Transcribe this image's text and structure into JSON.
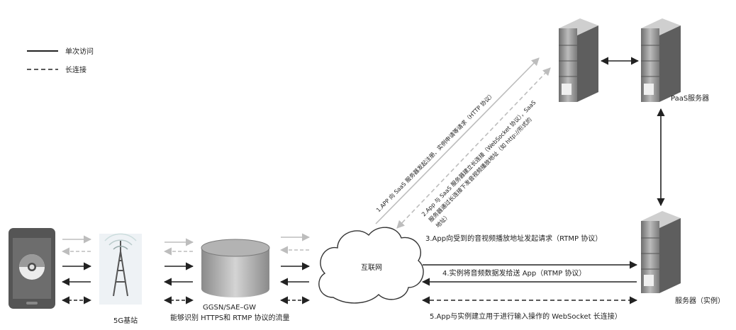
{
  "legend": {
    "single_access": "单次访问",
    "long_connection": "长连接"
  },
  "nodes": {
    "base_station": "5G基站",
    "gateway_name": "GGSN/SAE–GW",
    "gateway_desc": "能够识别 HTTPS和 RTMP 协议的流量",
    "internet": "互联网",
    "paas": "PaaS服务器",
    "instance": "服务器（实例）"
  },
  "flows": {
    "step1": "1.APP 向 SaaS 服务器发起注册、实例申请等请求（HTTP 协议）",
    "step2_line1": "2.App 与 SaaS 服务器建立长连接（WebSocket 协议），SaaS",
    "step2_line2": "服务器通过长连接下发音视频播放地址（如 http://形式的",
    "step2_line3": "地址）",
    "step3": "3.App向受到的音视频播放地址发起请求（RTMP 协议）",
    "step4": "4.实例将音频数据发给送 App（RTMP 协议）",
    "step5": "5.App与实例建立用于进行输入操作的 WebSocket 长连接）"
  },
  "colors": {
    "solid": "#222222",
    "gray": "#bdbdbd",
    "server": "#8f8f8f"
  }
}
